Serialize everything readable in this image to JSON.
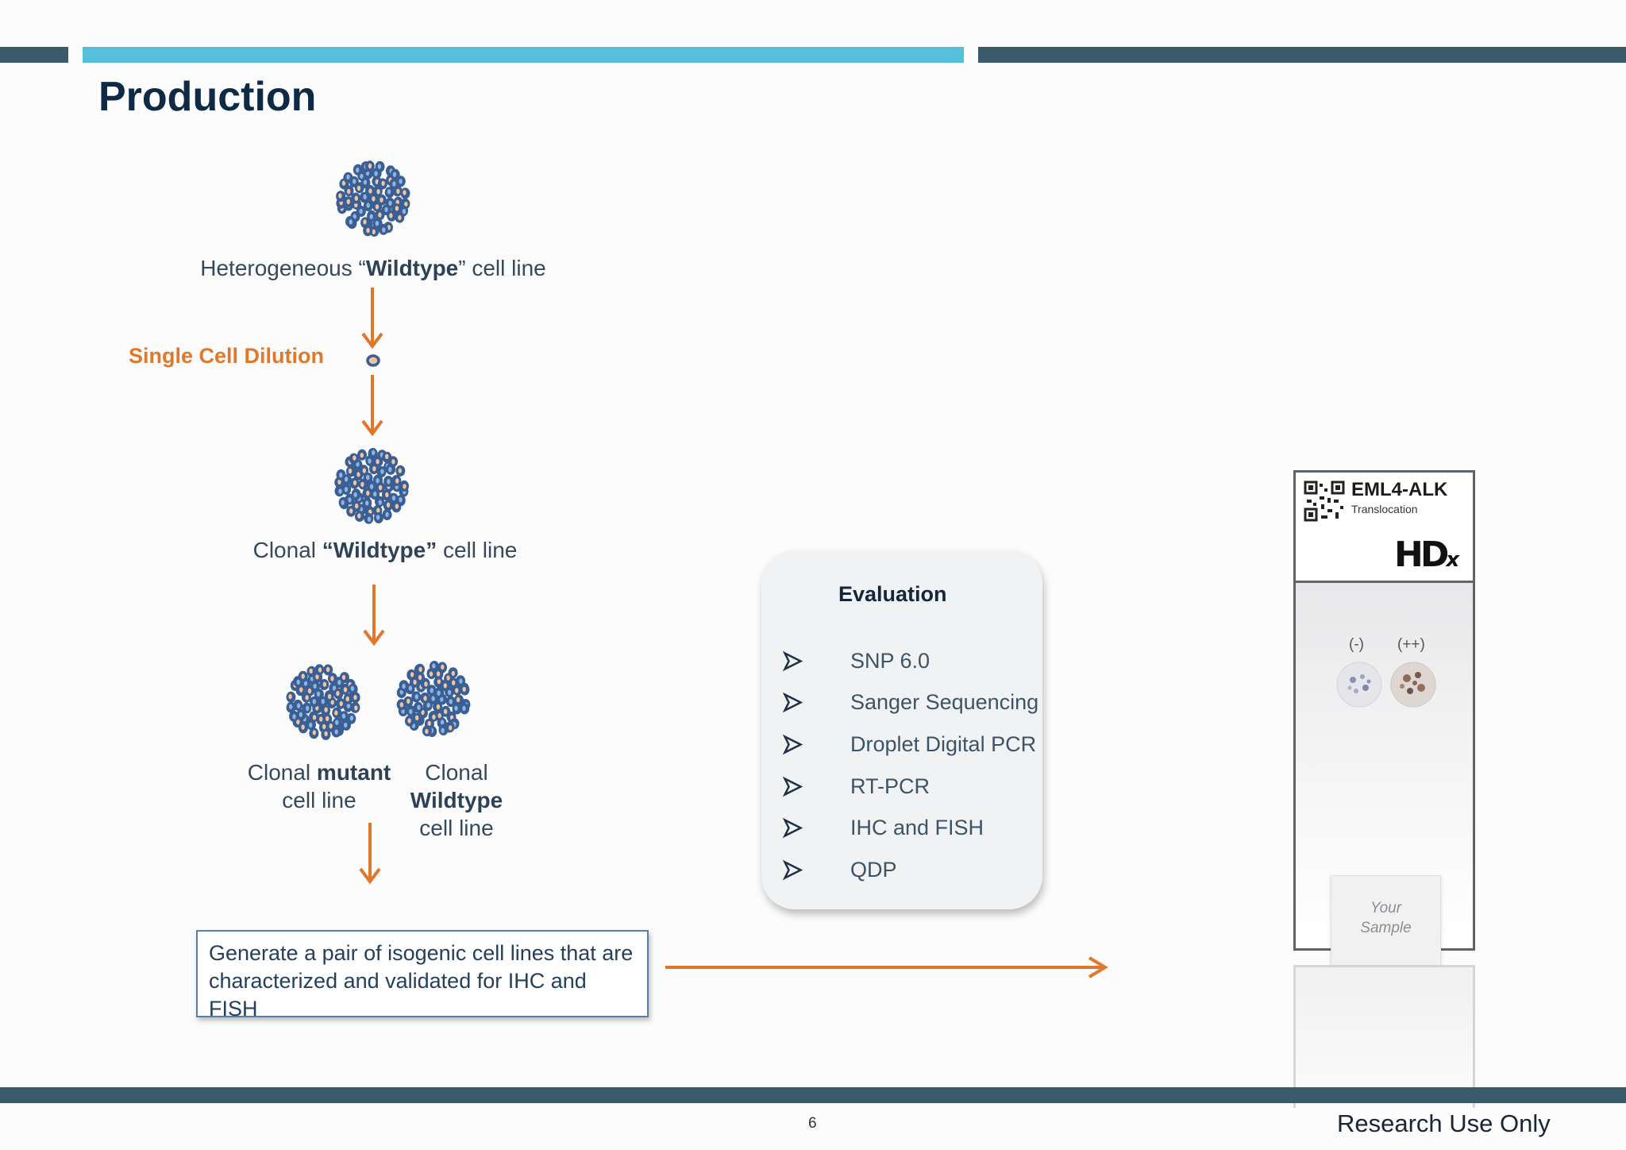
{
  "slide": {
    "title": "Production",
    "page_number": "6",
    "footer_text": "Research Use Only"
  },
  "workflow": {
    "step1": {
      "pre": "Heterogeneous “",
      "bold": "Wildtype",
      "post": "” cell line"
    },
    "dilution_label": "Single Cell Dilution",
    "step2": {
      "pre": "Clonal ",
      "bold": "“Wildtype”",
      "post": " cell line"
    },
    "mutant": {
      "pre": "Clonal ",
      "bold": "mutant",
      "line2": "cell line"
    },
    "wildtype": {
      "line1": "Clonal",
      "bold": "Wildtype",
      "line3": "cell line"
    },
    "result": "Generate a pair of isogenic cell lines that are characterized and validated for IHC and FISH"
  },
  "evaluation": {
    "title": "Evaluation",
    "items": [
      "SNP 6.0",
      "Sanger Sequencing",
      "Droplet Digital PCR",
      "RT-PCR",
      "IHC and FISH",
      "QDP"
    ]
  },
  "product": {
    "name": "EML4-ALK",
    "subtitle": "Translocation",
    "logo": "HD",
    "logo_suffix": "x",
    "control_neg": "(-)",
    "control_pos": "(++)",
    "sample_line1": "Your",
    "sample_line2": "Sample"
  },
  "colors": {
    "accent_orange": "#e0782b",
    "bar_dark": "#3b5a6b",
    "bar_light": "#55bfdc",
    "cell_blue": "#3a5f95",
    "cell_peach": "#f3c39a"
  }
}
